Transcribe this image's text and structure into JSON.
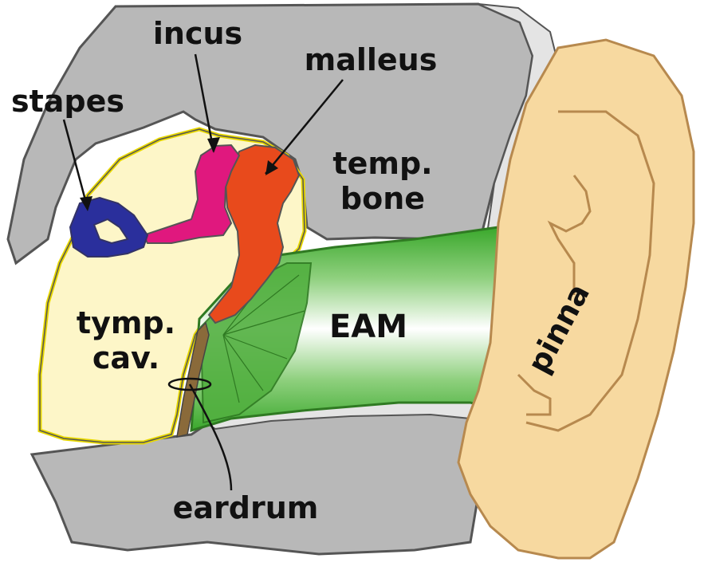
{
  "labels": {
    "incus": "incus",
    "malleus": "malleus",
    "stapes": "stapes",
    "temp_line1": "temp.",
    "temp_line2": "bone",
    "tymp_line1": "tymp.",
    "tymp_line2": "cav.",
    "eam": "EAM",
    "pinna": "pinna",
    "eardrum": "eardrum"
  },
  "colors": {
    "bone": "#b8b8b8",
    "bone_stroke": "#666666",
    "bone_light": "#e4e4e4",
    "cavity": "#fdf6c8",
    "cavity_outline": "#e8d800",
    "incus": "#e0187e",
    "malleus": "#e84a1c",
    "stapes": "#2a2f9c",
    "canal_green": "#3aa82c",
    "canal_mid": "#ffffff",
    "pinna": "#f7d9a0",
    "pinna_stroke": "#b7894e",
    "eardrum": "#8a6a3a"
  }
}
